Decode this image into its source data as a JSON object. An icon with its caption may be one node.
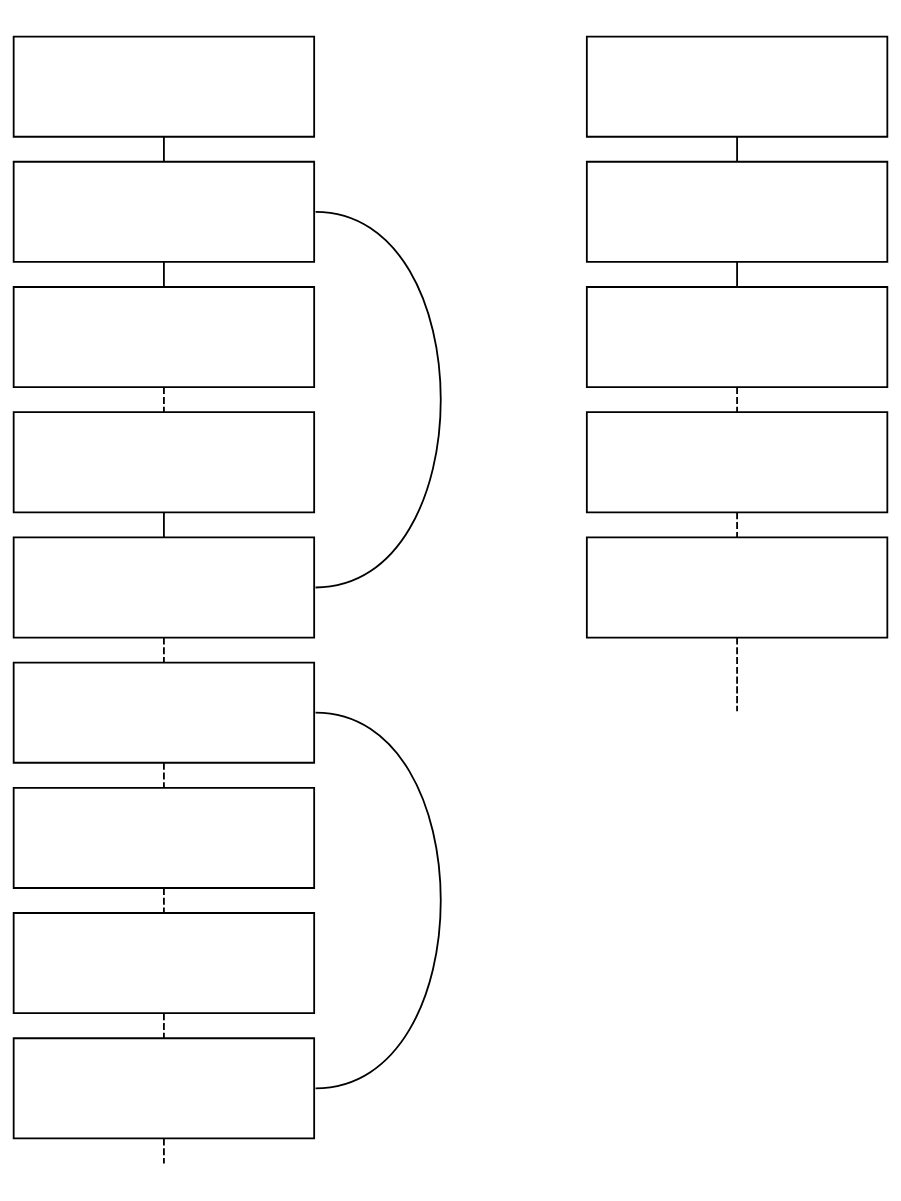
{
  "diagram": {
    "nodes": [
      {
        "text": [],
        "shape": "box"
      },
      {
        "text": [],
        "shape": "box"
      },
      {
        "text": [],
        "shape": "box"
      },
      {
        "text": [],
        "shape": "box"
      },
      {
        "text": [],
        "shape": "box"
      },
      {
        "text": [],
        "shape": "box"
      },
      {
        "text": [],
        "shape": "box"
      },
      {
        "text": [],
        "shape": "box"
      },
      {
        "text": [],
        "shape": "box"
      },
      {
        "text": [],
        "shape": "box"
      },
      {
        "text": [],
        "shape": "box"
      },
      {
        "text": [],
        "shape": "box"
      },
      {
        "text": [],
        "shape": "box"
      },
      {
        "text": [],
        "shape": "box"
      }
    ],
    "edges": [
      {
        "from": 0,
        "to": 1,
        "arrow": "none"
      },
      {
        "from": 1,
        "to": 2,
        "arrow": "none"
      },
      {
        "from": 2,
        "to": 3,
        "arrow": "none",
        "style": "dashed"
      },
      {
        "from": 3,
        "to": 4,
        "arrow": "none"
      },
      {
        "from": 4,
        "to": 5,
        "arrow": "none",
        "style": "dashed"
      },
      {
        "from": 5,
        "to": 6,
        "arrow": "none",
        "style": "dashed"
      },
      {
        "from": 6,
        "to": 7,
        "arrow": "none",
        "style": "dashed"
      },
      {
        "from": 7,
        "to": 8,
        "arrow": "none",
        "style": "dashed"
      },
      {
        "from": 8,
        "to": null,
        "arrow": "none",
        "style": "dashed"
      },
      {
        "from": 1,
        "to": 4,
        "arrow": "none"
      },
      {
        "from": 5,
        "to": 8,
        "arrow": "none"
      },
      {
        "from": 9,
        "to": 10,
        "arrow": "none"
      },
      {
        "from": 10,
        "to": 11,
        "arrow": "none"
      },
      {
        "from": 11,
        "to": 12,
        "arrow": "none",
        "style": "dashed"
      },
      {
        "from": 12,
        "to": 13,
        "arrow": "none",
        "style": "dashed"
      },
      {
        "from": 13,
        "to": null,
        "arrow": "none",
        "style": "dashed"
      }
    ]
  }
}
